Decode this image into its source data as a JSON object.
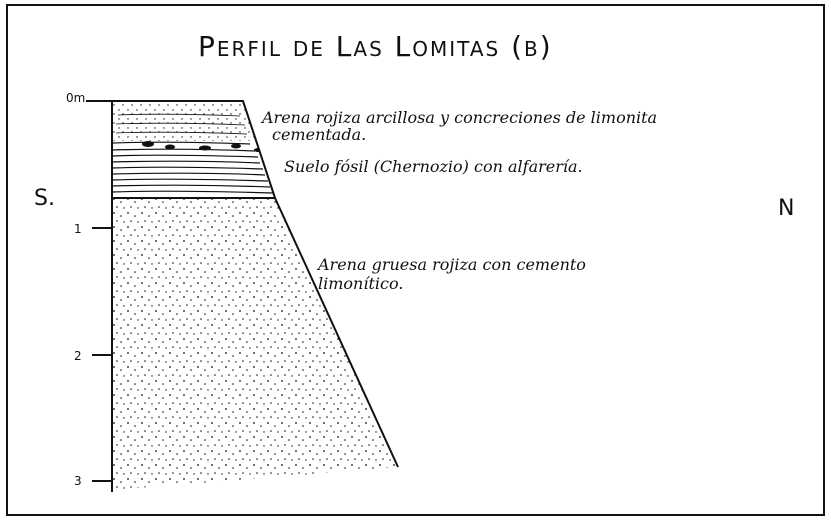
{
  "figure": {
    "title": "Perfil de Las Lomitas (b)",
    "direction_left": "S.",
    "direction_right": "N",
    "depth_ticks": [
      {
        "label": "0m",
        "value": 0
      },
      {
        "label": "1",
        "value": 1
      },
      {
        "label": "2",
        "value": 2
      },
      {
        "label": "3",
        "value": 3
      }
    ],
    "layers": [
      {
        "label_line1": "Arena rojiza arcillosa y concreciones de limonita",
        "label_line2": "cementada."
      },
      {
        "label_line1": "Suelo fósil (Chernozio) con alfarería."
      },
      {
        "label_line1": "Arena gruesa rojiza con cemento",
        "label_line2": "limonítico."
      }
    ],
    "colors": {
      "ink": "#111111",
      "paper": "#ffffff"
    }
  }
}
